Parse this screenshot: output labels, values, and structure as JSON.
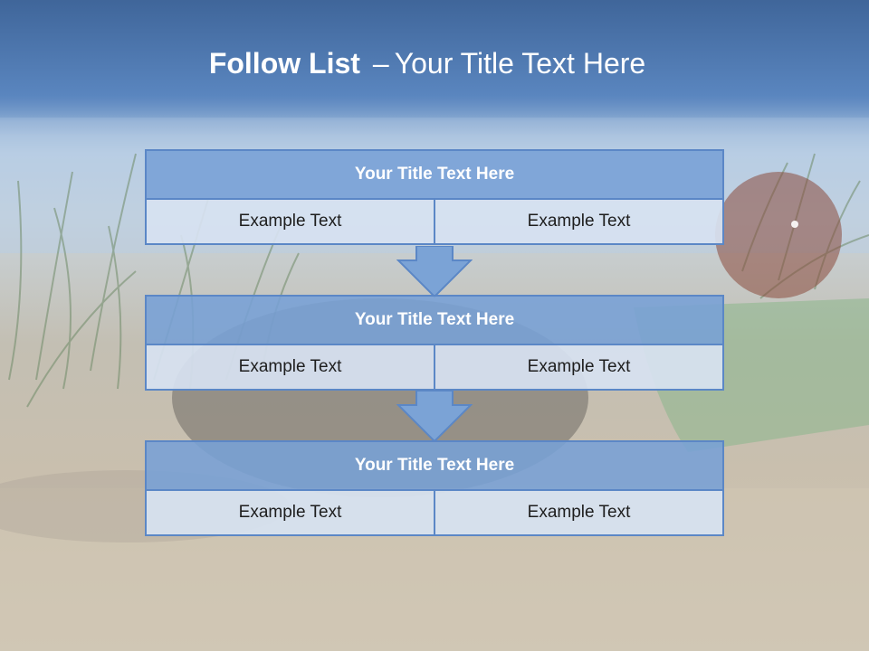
{
  "title": {
    "bold": "Follow List",
    "separator": "–",
    "rest": "Your Title Text Here"
  },
  "blocks": [
    {
      "title": "Your Title Text Here",
      "cells": [
        "Example Text",
        "Example Text"
      ]
    },
    {
      "title": "Your Title Text Here",
      "cells": [
        "Example Text",
        "Example Text"
      ]
    },
    {
      "title": "Your Title Text Here",
      "cells": [
        "Example Text",
        "Example Text"
      ]
    }
  ],
  "colors": {
    "accent": "#5b87c6",
    "title_fill": "#7ba3d6",
    "cell_fill": "#d7e2f1",
    "header_band": "#4f7bb5"
  }
}
